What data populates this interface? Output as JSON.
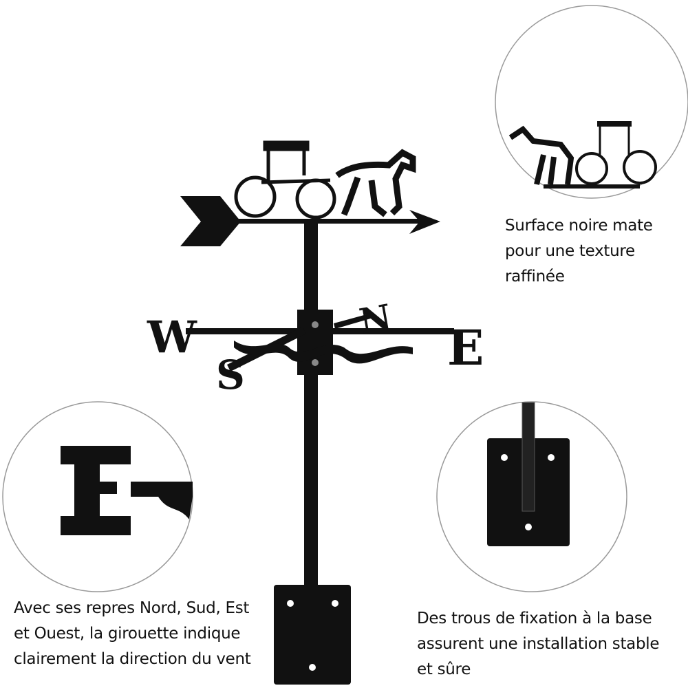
{
  "product": {
    "compass_letters": {
      "west": "W",
      "east": "E",
      "north": "N",
      "south": "S"
    }
  },
  "callouts": {
    "finish": {
      "lines": [
        "Surface noire mate",
        "pour une texture",
        "raffinée"
      ]
    },
    "directions": {
      "lines": [
        "Avec ses repres Nord, Sud, Est",
        "et Ouest, la girouette indique",
        "clairement la direction du vent"
      ]
    },
    "mounting": {
      "lines": [
        "Des trous de fixation à la base",
        "assurent une installation stable",
        "et sûre"
      ]
    }
  },
  "colors": {
    "metal": "#111111",
    "circle_border": "#9a9a9a"
  }
}
